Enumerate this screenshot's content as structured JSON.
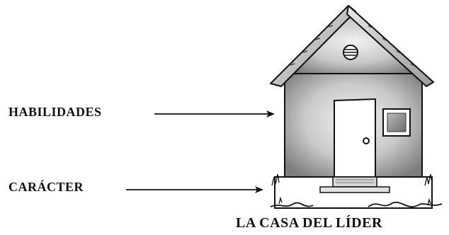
{
  "labels": {
    "top": "HABILIDADES",
    "bottom": "CARÁCTER"
  },
  "caption": "LA CASA DEL LÍDER",
  "colors": {
    "outline": "#111111",
    "wall_light": "#e6e6e6",
    "wall_dark": "#8a8a8a",
    "roof": "#cfcfcf",
    "door": "#ffffff",
    "window_frame": "#555555",
    "foundation": "#ffffff"
  },
  "icons": {
    "house": "house-illustration",
    "arrow": "arrow-right-icon"
  }
}
